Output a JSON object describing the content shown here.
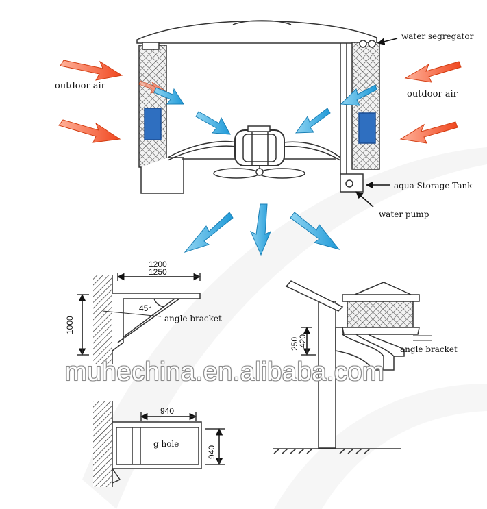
{
  "labels": {
    "outdoor_air_left": "outdoor air",
    "outdoor_air_right": "outdoor air",
    "water_segregator": "water segregator",
    "aqua_storage_tank": "aqua Storage Tank",
    "water_pump": "water pump",
    "angle_bracket_left": "angle bracket",
    "angle_bracket_right": "angle bracket",
    "g_hole": "g hole"
  },
  "dimensions": {
    "width_1200": "1200",
    "width_1250": "1250",
    "height_1000": "1000",
    "angle_45": "45°",
    "width_940": "940",
    "height_940": "940",
    "height_250": "250",
    "height_420": "420"
  },
  "watermark": "muhechina.en.alibaba.com",
  "colors": {
    "hot_air_arrow": "#f05a28",
    "cool_air_arrow": "#29a8e0",
    "cooling_pad_window": "#2f6fc0",
    "line": "#333333"
  }
}
